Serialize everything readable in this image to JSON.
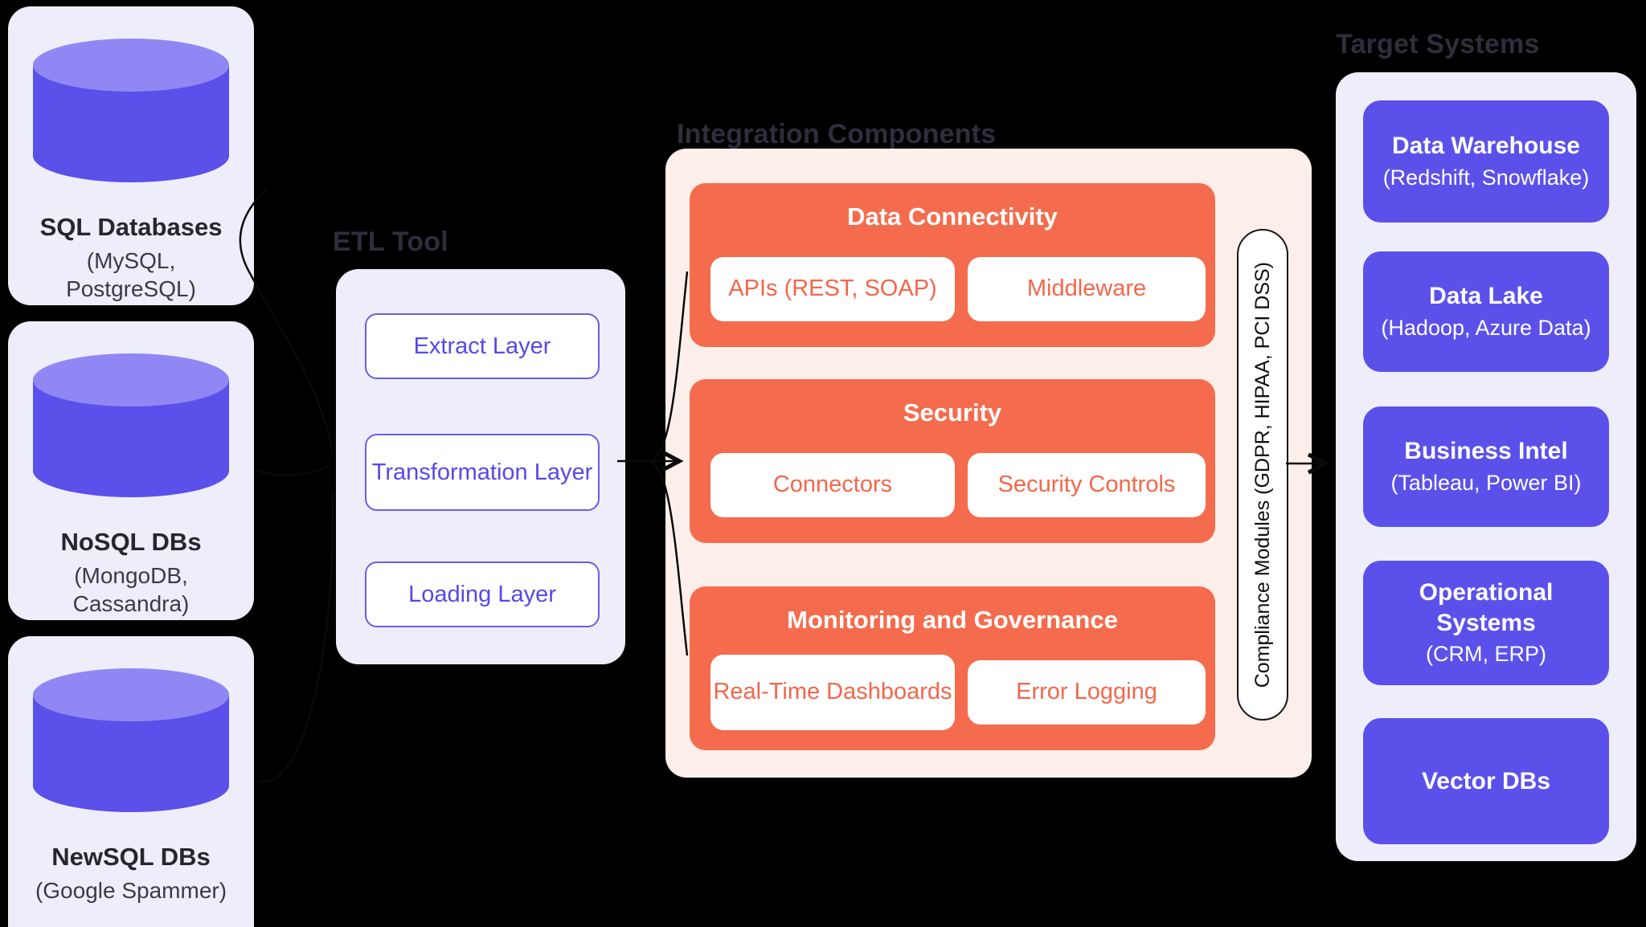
{
  "colors": {
    "background": "#000000",
    "card_lavender": "#EEEEFB",
    "cylinder_body": "#5B50E9",
    "cylinder_top": "#8F88F4",
    "pink_card": "#FCEFE9",
    "orange": "#F46C4D",
    "purple_box": "#5B51EA",
    "accent_text_purple": "#5748E8",
    "title_text": "#2E2E3C"
  },
  "sources": {
    "cards": [
      {
        "title": "SQL Databases",
        "subtitle": "(MySQL, PostgreSQL)"
      },
      {
        "title": "NoSQL DBs",
        "subtitle": "(MongoDB, Cassandra)"
      },
      {
        "title": "NewSQL DBs",
        "subtitle": "(Google Spammer)"
      }
    ]
  },
  "etl": {
    "title": "ETL Tool",
    "layers": [
      "Extract Layer",
      "Transformation Layer",
      "Loading Layer"
    ]
  },
  "integration": {
    "title": "Integration Components",
    "groups": [
      {
        "title": "Data Connectivity",
        "items": [
          "APIs (REST, SOAP)",
          "Middleware"
        ]
      },
      {
        "title": "Security",
        "items": [
          "Connectors",
          "Security Controls"
        ]
      },
      {
        "title": "Monitoring and Governance",
        "items": [
          "Real-Time Dashboards",
          "Error Logging"
        ]
      }
    ],
    "compliance_label": "Compliance Modules (GDPR, HIPAA, PCI DSS)"
  },
  "targets": {
    "title": "Target Systems",
    "items": [
      {
        "title": "Data Warehouse",
        "subtitle": "(Redshift, Snowflake)"
      },
      {
        "title": "Data Lake",
        "subtitle": "(Hadoop, Azure Data)"
      },
      {
        "title": "Business Intel",
        "subtitle": "(Tableau, Power BI)"
      },
      {
        "title": "Operational Systems",
        "subtitle": "(CRM, ERP)"
      },
      {
        "title": "Vector DBs",
        "subtitle": ""
      }
    ]
  }
}
